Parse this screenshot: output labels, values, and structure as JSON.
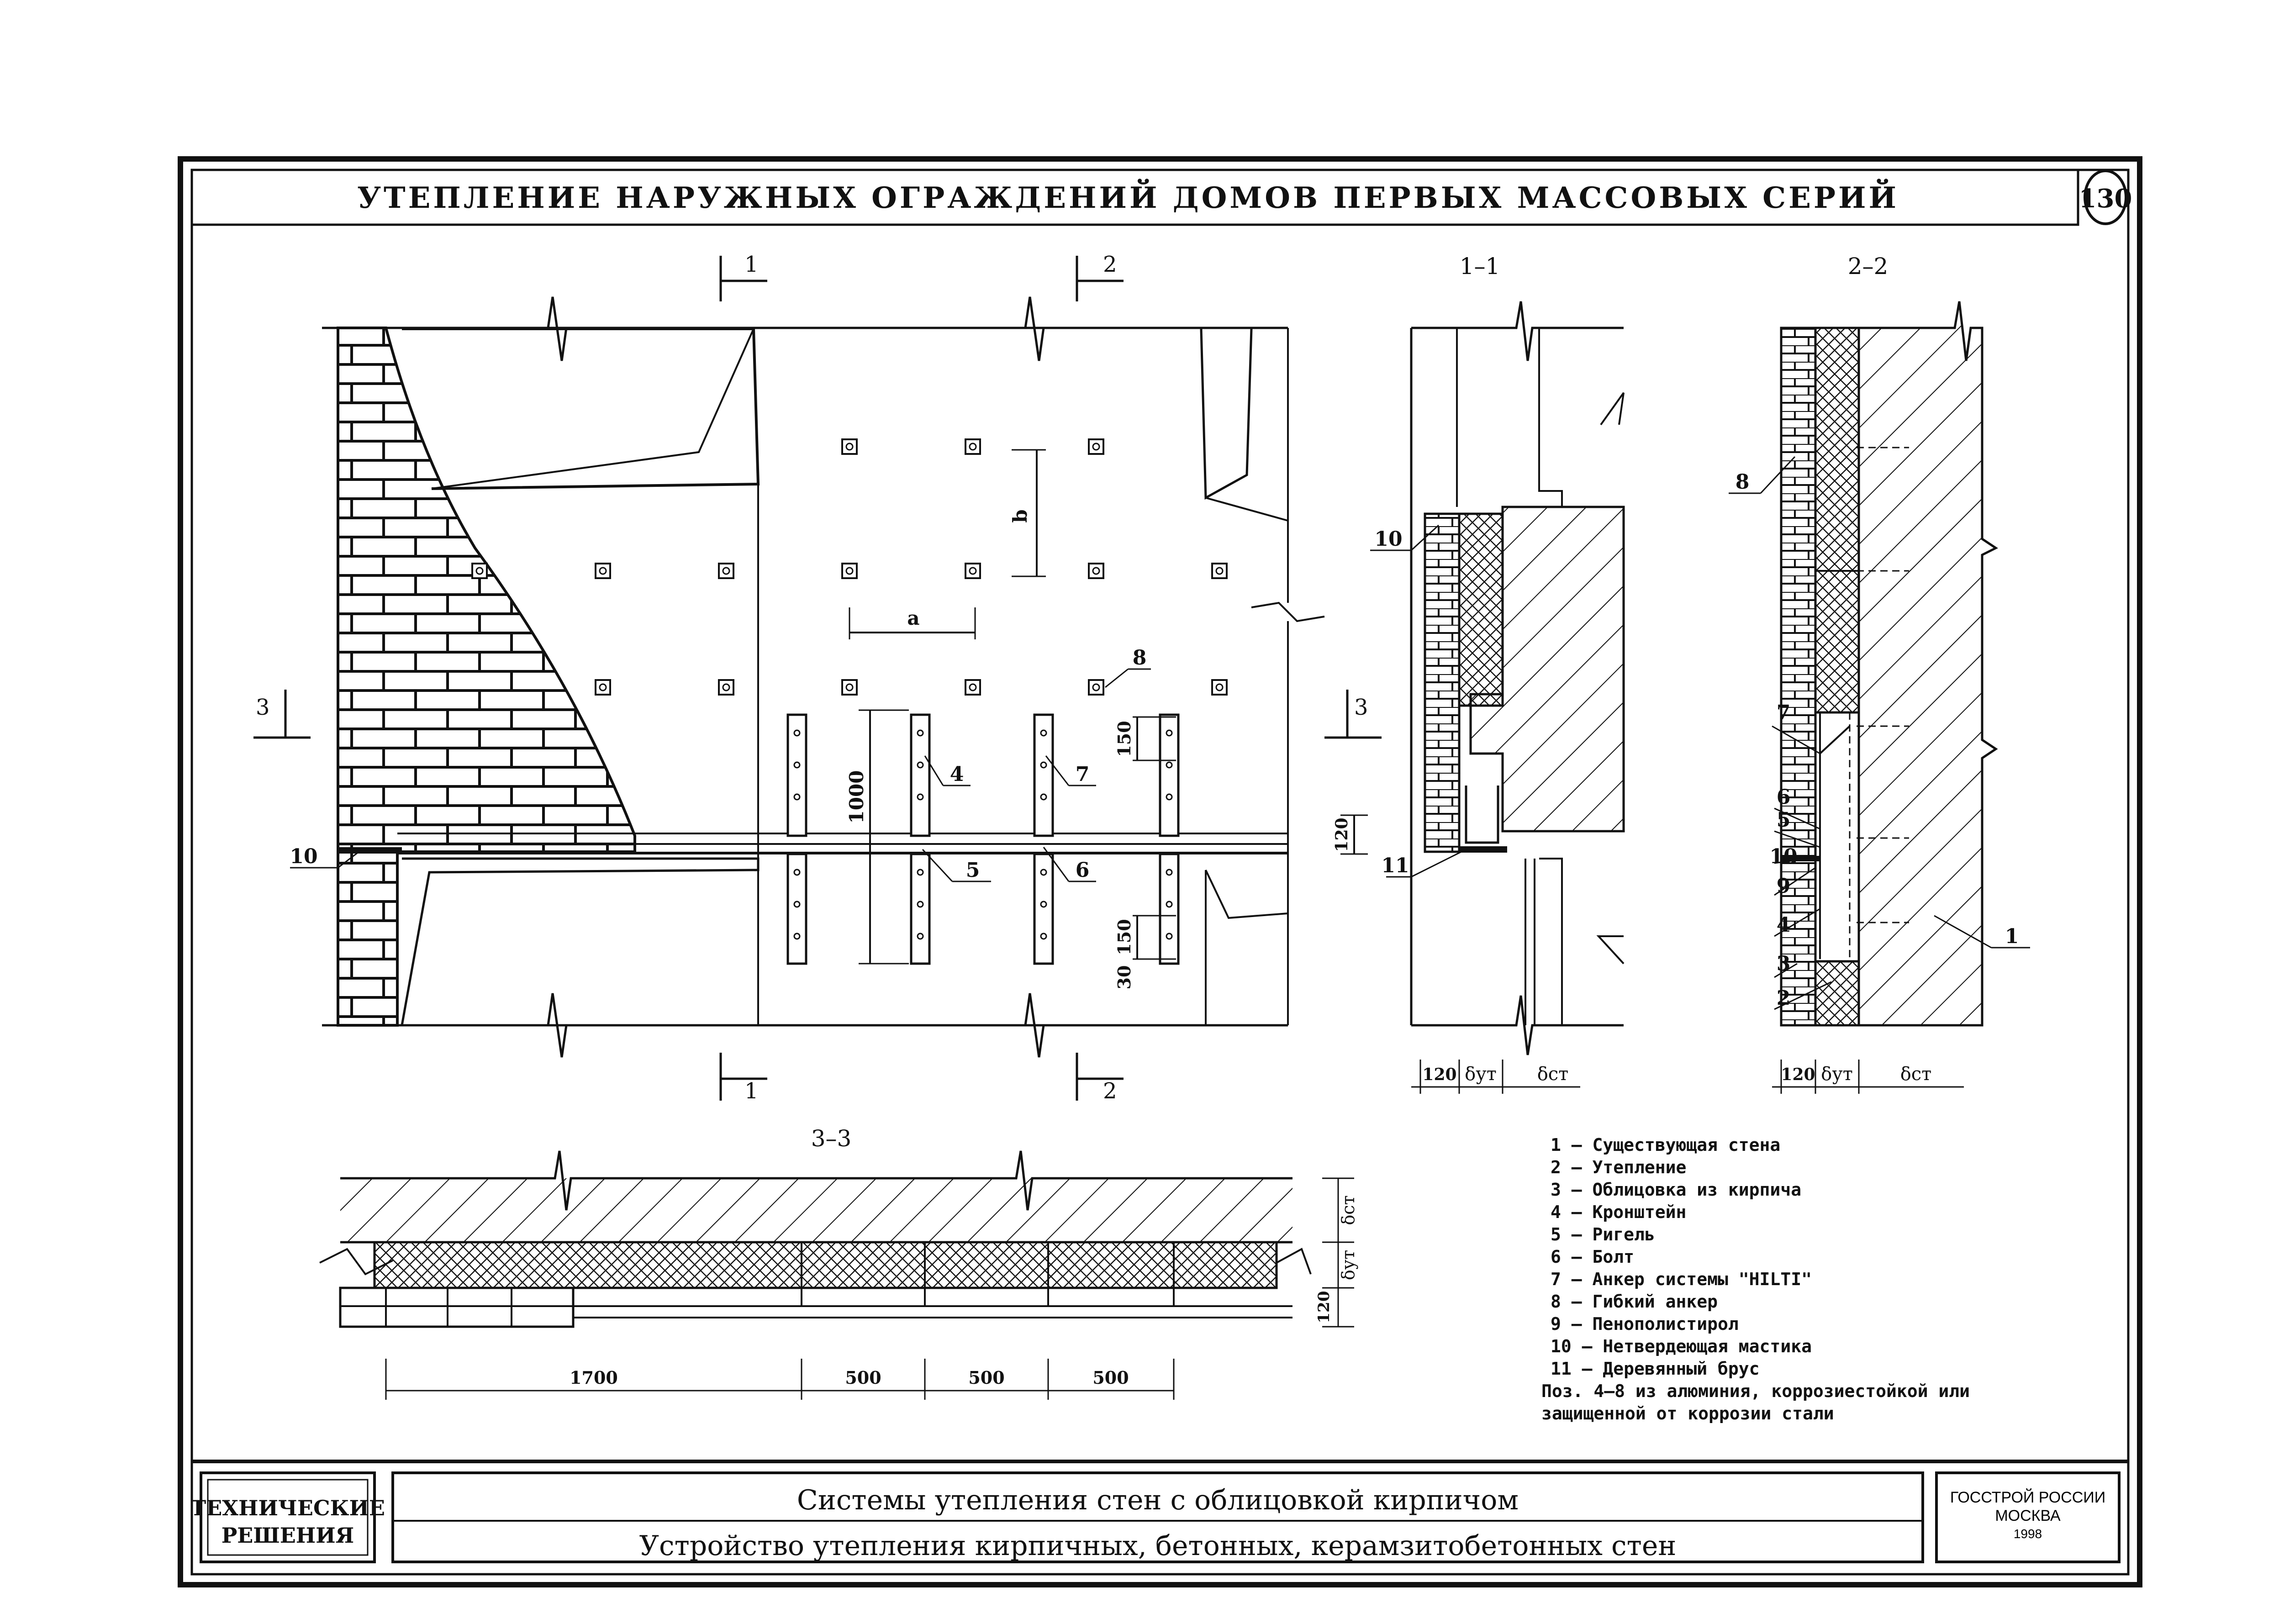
{
  "header": {
    "title": "УТЕПЛЕНИЕ НАРУЖНЫХ ОГРАЖДЕНИЙ ДОМОВ ПЕРВЫХ МАССОВЫХ СЕРИЙ",
    "sheet_number": "130"
  },
  "plan": {
    "cut_mark_1": "1",
    "cut_mark_2": "2",
    "cut_mark_3": "3",
    "dim_a": "a",
    "dim_b": "b",
    "dim_1000": "1000",
    "dim_150_top": "150",
    "dim_150_bottom": "150",
    "dim_30": "30",
    "dim_120": "120",
    "callouts": [
      "4",
      "5",
      "6",
      "7",
      "8",
      "10"
    ]
  },
  "section_1_1": {
    "title": "1–1",
    "callout_10": "10",
    "callout_11": "11",
    "dim_120": "120",
    "dim_insul": "δут",
    "dim_wall": "δст"
  },
  "section_2_2": {
    "title": "2–2",
    "callouts": [
      "8",
      "7",
      "6",
      "5",
      "10",
      "9",
      "4",
      "3",
      "2",
      "1"
    ],
    "dim_120": "120",
    "dim_insul": "δут",
    "dim_wall": "δст"
  },
  "section_3_3": {
    "title": "3–3",
    "dims": [
      "1700",
      "500",
      "500",
      "500"
    ],
    "dim_wall": "δст",
    "dim_insul": "δут",
    "dim_120": "120"
  },
  "legend": {
    "items": [
      "1 – Существующая стена",
      "2 – Утепление",
      "3 – Облицовка из кирпича",
      "4 – Кронштейн",
      "5 – Ригель",
      "6 – Болт",
      "7 – Анкер системы \"HILTI\"",
      "8 – Гибкий анкер",
      "9 – Пенополистирол",
      "10 – Нетвердеющая мастика",
      "11 – Деревянный брус"
    ],
    "note_line1": "Поз. 4–8 из алюминия, коррозиестойкой или",
    "note_line2": "защищенной от коррозии стали"
  },
  "stamp": {
    "left_line1": "ТЕХНИЧЕСКИЕ",
    "left_line2": "РЕШЕНИЯ",
    "title_line1": "Системы утепления стен с облицовкой кирпичом",
    "title_line2": "Устройство утепления кирпичных, бетонных, керамзитобетонных стен",
    "org_line1": "ГОССТРОЙ РОССИИ",
    "org_line2": "МОСКВА",
    "org_line3": "1998"
  }
}
